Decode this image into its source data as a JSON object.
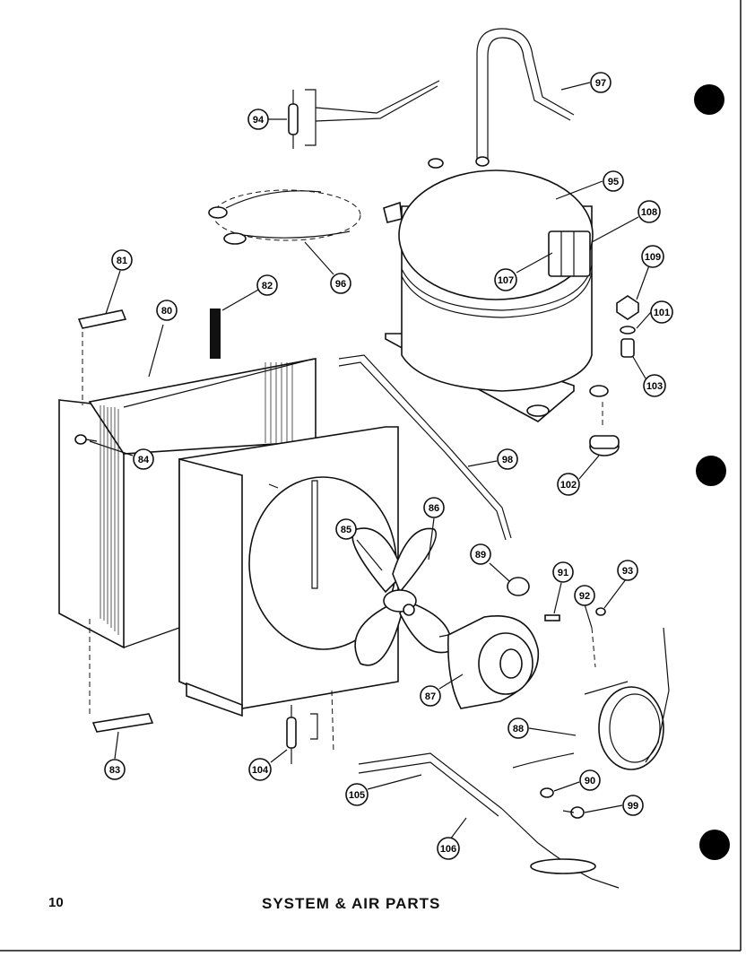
{
  "page": {
    "number": "10",
    "title": "SYSTEM & AIR PARTS"
  },
  "callouts": [
    {
      "id": "94"
    },
    {
      "id": "97"
    },
    {
      "id": "95"
    },
    {
      "id": "108"
    },
    {
      "id": "96"
    },
    {
      "id": "107"
    },
    {
      "id": "109"
    },
    {
      "id": "101"
    },
    {
      "id": "103"
    },
    {
      "id": "81"
    },
    {
      "id": "82"
    },
    {
      "id": "80"
    },
    {
      "id": "84"
    },
    {
      "id": "98"
    },
    {
      "id": "102"
    },
    {
      "id": "85"
    },
    {
      "id": "86"
    },
    {
      "id": "89"
    },
    {
      "id": "91"
    },
    {
      "id": "93"
    },
    {
      "id": "92"
    },
    {
      "id": "87"
    },
    {
      "id": "88"
    },
    {
      "id": "90"
    },
    {
      "id": "83"
    },
    {
      "id": "104"
    },
    {
      "id": "105"
    },
    {
      "id": "99"
    },
    {
      "id": "106"
    }
  ]
}
